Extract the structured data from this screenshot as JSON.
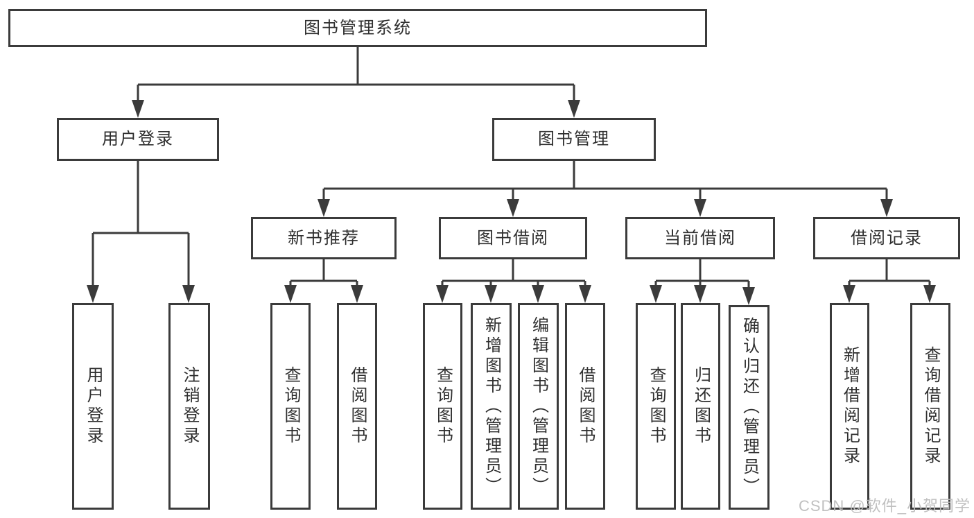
{
  "nodes": {
    "root": "图书管理系统",
    "user_login_branch": "用户登录",
    "book_mgmt_branch": "图书管理",
    "new_book_recommend": "新书推荐",
    "book_borrowing": "图书借阅",
    "current_borrowing": "当前借阅",
    "borrowing_records": "借阅记录",
    "leaf_user_login": "用户登录",
    "leaf_logout": "注销登录",
    "leaf_rec_query_books": "查询图书",
    "leaf_rec_borrow_books": "借阅图书",
    "leaf_bor_query_books": "查询图书",
    "leaf_bor_add_books_admin": "新增图书（管理员）",
    "leaf_bor_edit_books_admin": "编辑图书（管理员）",
    "leaf_bor_borrow_books": "借阅图书",
    "leaf_cur_query_books": "查询图书",
    "leaf_cur_return_books": "归还图书",
    "leaf_cur_confirm_return_admin": "确认归还（管理员）",
    "leaf_rec_add_record": "新增借阅记录",
    "leaf_rec_query_record": "查询借阅记录"
  },
  "watermark": "CSDN @软件_小贺同学",
  "colors": {
    "line": "#3b3b3b",
    "text": "#2f2f2f",
    "background": "#ffffff",
    "watermark": "#bdbdbd"
  }
}
